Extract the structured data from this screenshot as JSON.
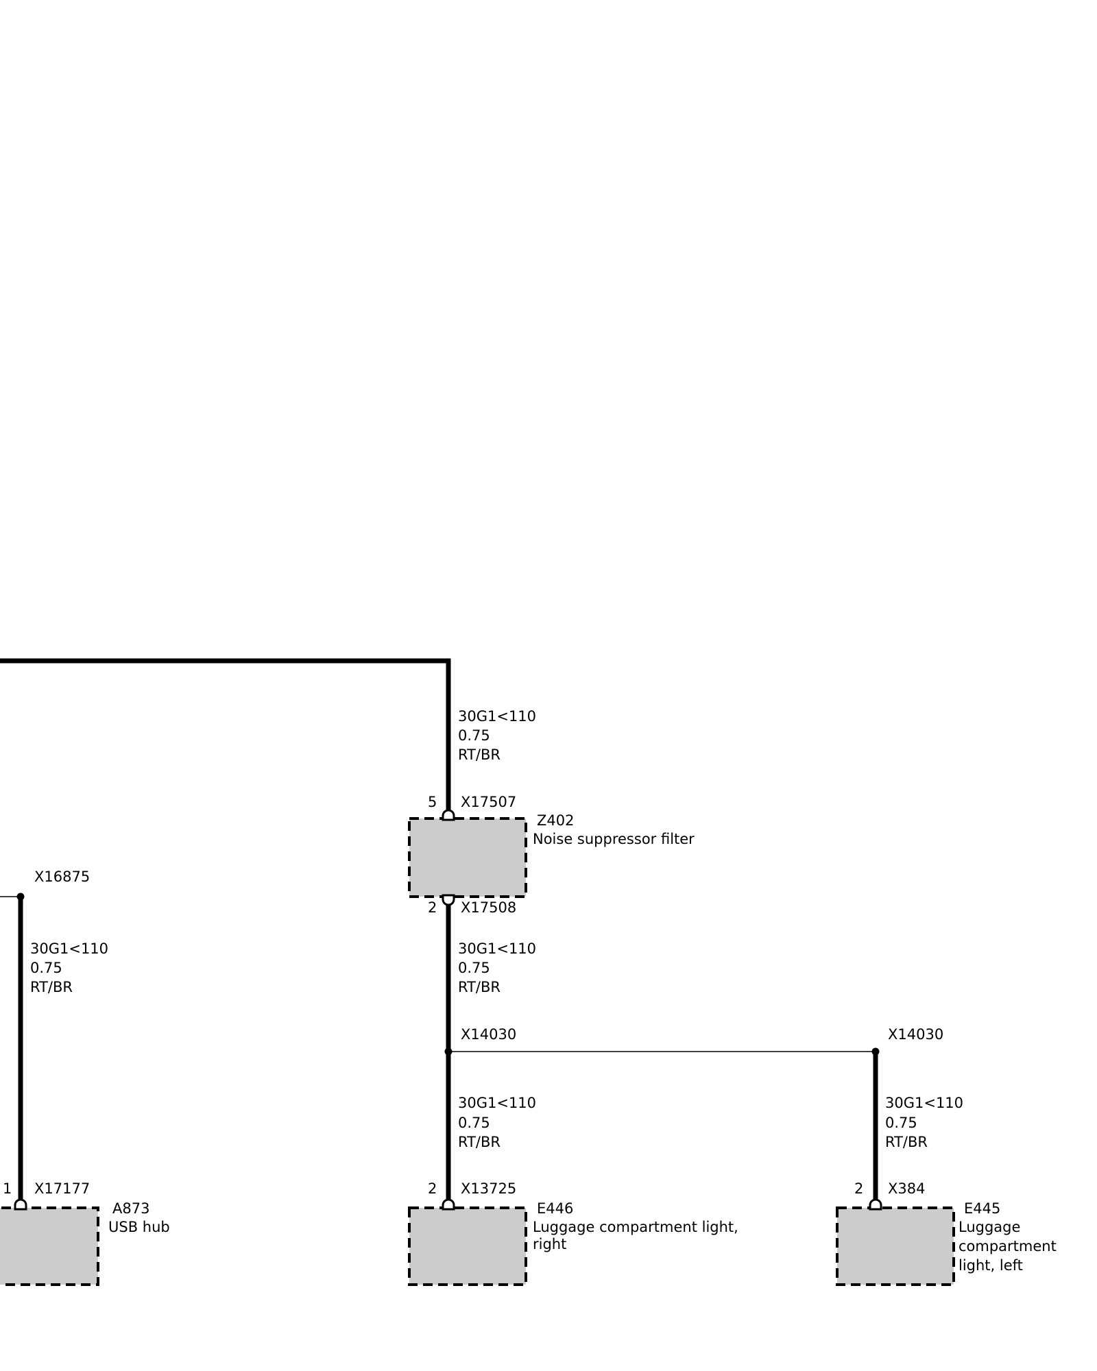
{
  "colors": {
    "wire": "#000000",
    "component_fill": "#cccccc",
    "background": "#ffffff"
  },
  "wires": [
    {
      "id": "w_z402_in",
      "signal": "30G1<110",
      "size": "0.75",
      "color": "RT/BR"
    },
    {
      "id": "w_usb",
      "signal": "30G1<110",
      "size": "0.75",
      "color": "RT/BR"
    },
    {
      "id": "w_z402_out",
      "signal": "30G1<110",
      "size": "0.75",
      "color": "RT/BR"
    },
    {
      "id": "w_e446",
      "signal": "30G1<110",
      "size": "0.75",
      "color": "RT/BR"
    },
    {
      "id": "w_e445",
      "signal": "30G1<110",
      "size": "0.75",
      "color": "RT/BR"
    }
  ],
  "connectors": {
    "x17507": {
      "id": "X17507",
      "pin": "5"
    },
    "x17508": {
      "id": "X17508",
      "pin": "2"
    },
    "x16875": {
      "id": "X16875"
    },
    "x14030_left": {
      "id": "X14030"
    },
    "x14030_right": {
      "id": "X14030"
    },
    "x17177": {
      "id": "X17177",
      "pin": "1"
    },
    "x13725": {
      "id": "X13725",
      "pin": "2"
    },
    "x384": {
      "id": "X384",
      "pin": "2"
    }
  },
  "components": {
    "z402": {
      "id": "Z402",
      "lines": [
        "Noise suppressor filter"
      ]
    },
    "a873": {
      "id": "A873",
      "lines": [
        "USB hub"
      ]
    },
    "e446": {
      "id": "E446",
      "lines": [
        "Luggage compartment light,",
        "right"
      ]
    },
    "e445": {
      "id": "E445",
      "lines": [
        "Luggage",
        "compartment",
        "light, left"
      ]
    }
  }
}
